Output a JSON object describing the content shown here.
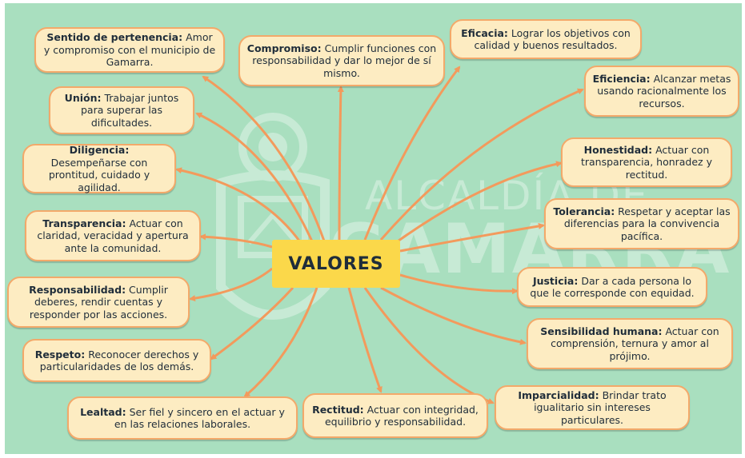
{
  "center_label": "VALORES",
  "watermark": {
    "line1": "ALCALDÍA DE",
    "line2": "GAMARRA"
  },
  "colors": {
    "background": "#a9dfbf",
    "node_fill": "#fdecc2",
    "node_border": "#f3a96a",
    "connector": "#f39a5c",
    "center_fill": "#fbd84a"
  },
  "values": [
    {
      "term": "Sentido de pertenencia:",
      "desc": "Amor y compromiso con el municipio de Gamarra."
    },
    {
      "term": "Compromiso:",
      "desc": "Cumplir funciones con responsabilidad y dar lo mejor de sí mismo."
    },
    {
      "term": "Eficacia:",
      "desc": "Lograr los objetivos con calidad y buenos resultados."
    },
    {
      "term": "Unión:",
      "desc": "Trabajar juntos para superar las dificultades."
    },
    {
      "term": "Eficiencia:",
      "desc": "Alcanzar metas usando racionalmente los recursos."
    },
    {
      "term": "Diligencia:",
      "desc": "Desempeñarse con prontitud, cuidado y agilidad."
    },
    {
      "term": "Honestidad:",
      "desc": "Actuar con transparencia, honradez y rectitud."
    },
    {
      "term": "Transparencia:",
      "desc": "Actuar con claridad, veracidad y apertura ante la comunidad."
    },
    {
      "term": "Tolerancia:",
      "desc": "Respetar y aceptar las diferencias para la convivencia pacífica."
    },
    {
      "term": "Responsabilidad:",
      "desc": "Cumplir deberes, rendir cuentas y responder por las acciones."
    },
    {
      "term": "Justicia:",
      "desc": "Dar a cada persona lo que le corresponde con equidad."
    },
    {
      "term": "Respeto:",
      "desc": "Reconocer derechos y particularidades de los demás."
    },
    {
      "term": "Sensibilidad humana:",
      "desc": "Actuar con comprensión, ternura y amor al prójimo."
    },
    {
      "term": "Lealtad:",
      "desc": "Ser fiel y sincero en el actuar y en las relaciones laborales."
    },
    {
      "term": "Rectitud:",
      "desc": "Actuar con integridad, equilibrio y responsabilidad."
    },
    {
      "term": "Imparcialidad:",
      "desc": "Brindar trato igualitario sin intereses particulares."
    }
  ]
}
